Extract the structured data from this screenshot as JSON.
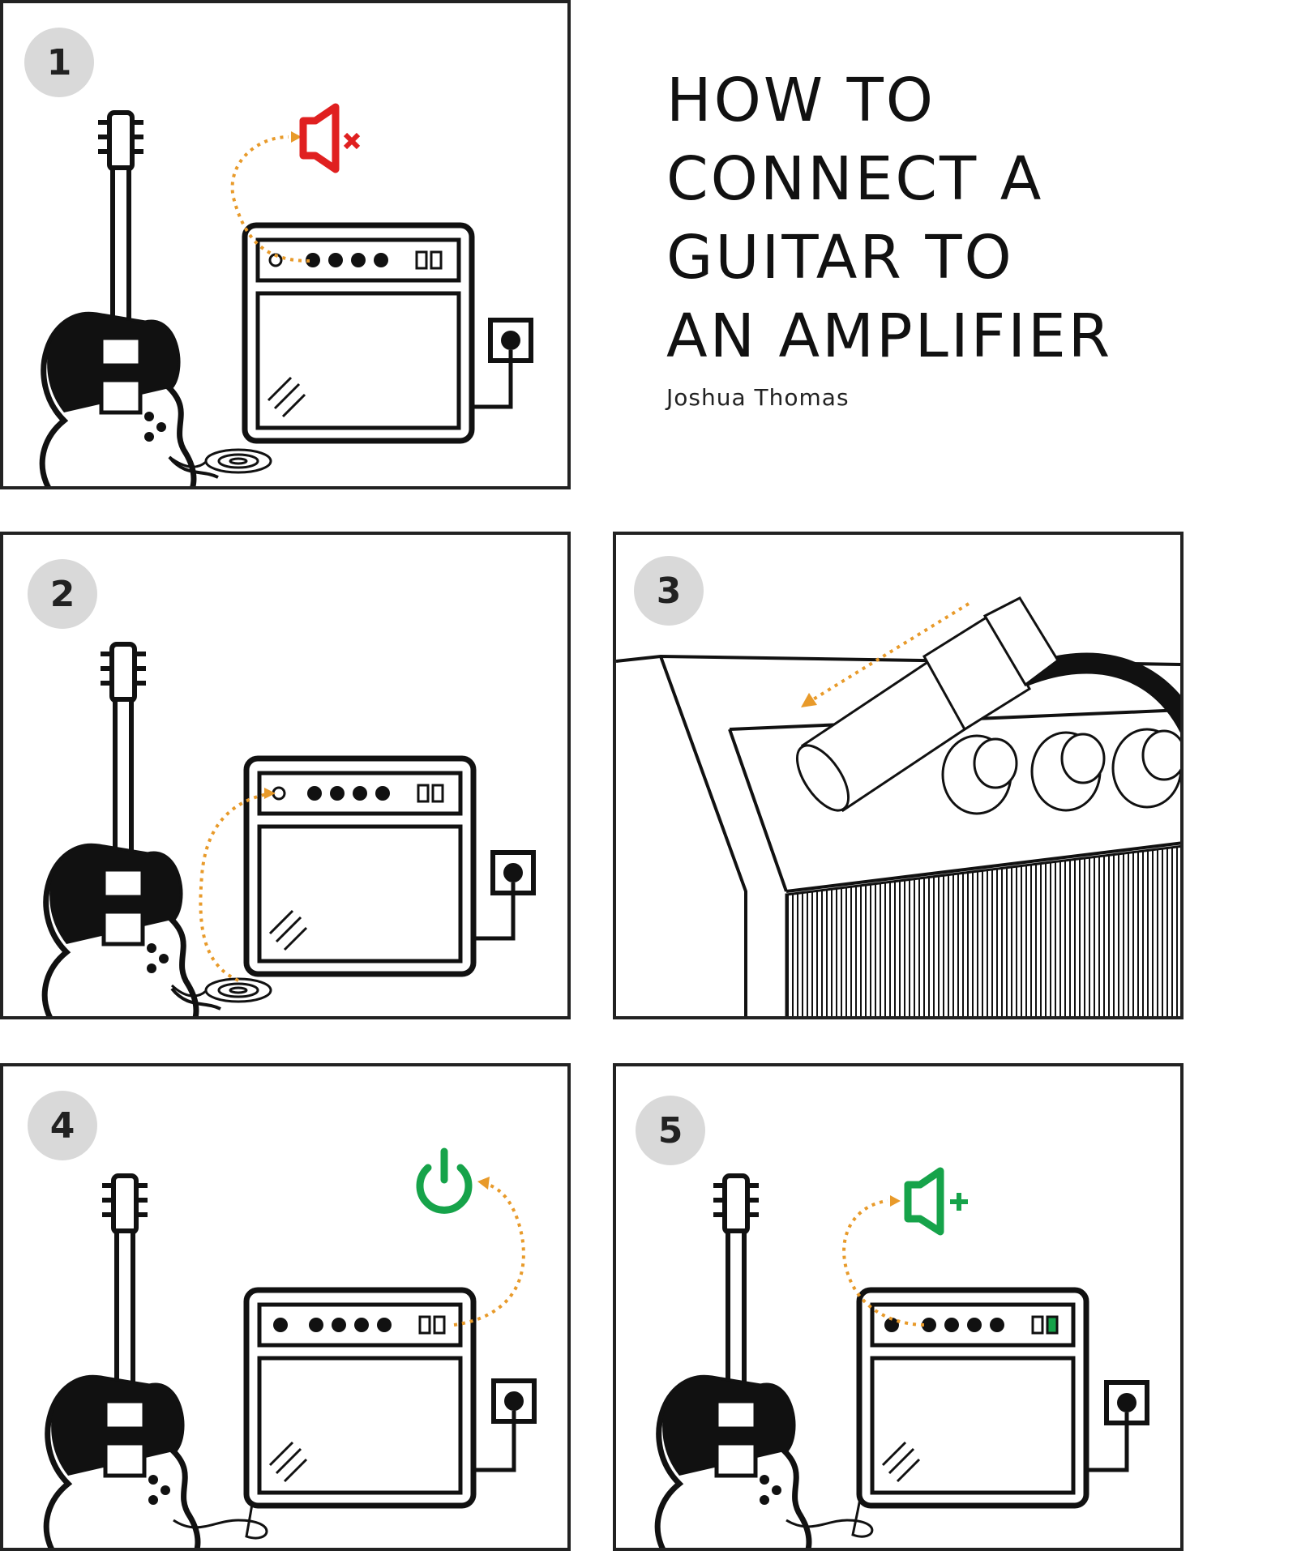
{
  "title_lines": [
    "HOW TO",
    "CONNECT A",
    "GUITAR TO",
    "AN AMPLIFIER"
  ],
  "author": "Joshua Thomas",
  "steps": [
    {
      "number": "1",
      "status_icon": "muted-speaker-icon"
    },
    {
      "number": "2",
      "status_icon": ""
    },
    {
      "number": "3",
      "status_icon": ""
    },
    {
      "number": "4",
      "status_icon": "power-icon"
    },
    {
      "number": "5",
      "status_icon": "volume-up-speaker-icon"
    }
  ],
  "colors": {
    "line": "#111111",
    "badge": "#d9d9d9",
    "arrow": "#e89a2a",
    "muted": "#e02020",
    "on": "#16a34a"
  }
}
